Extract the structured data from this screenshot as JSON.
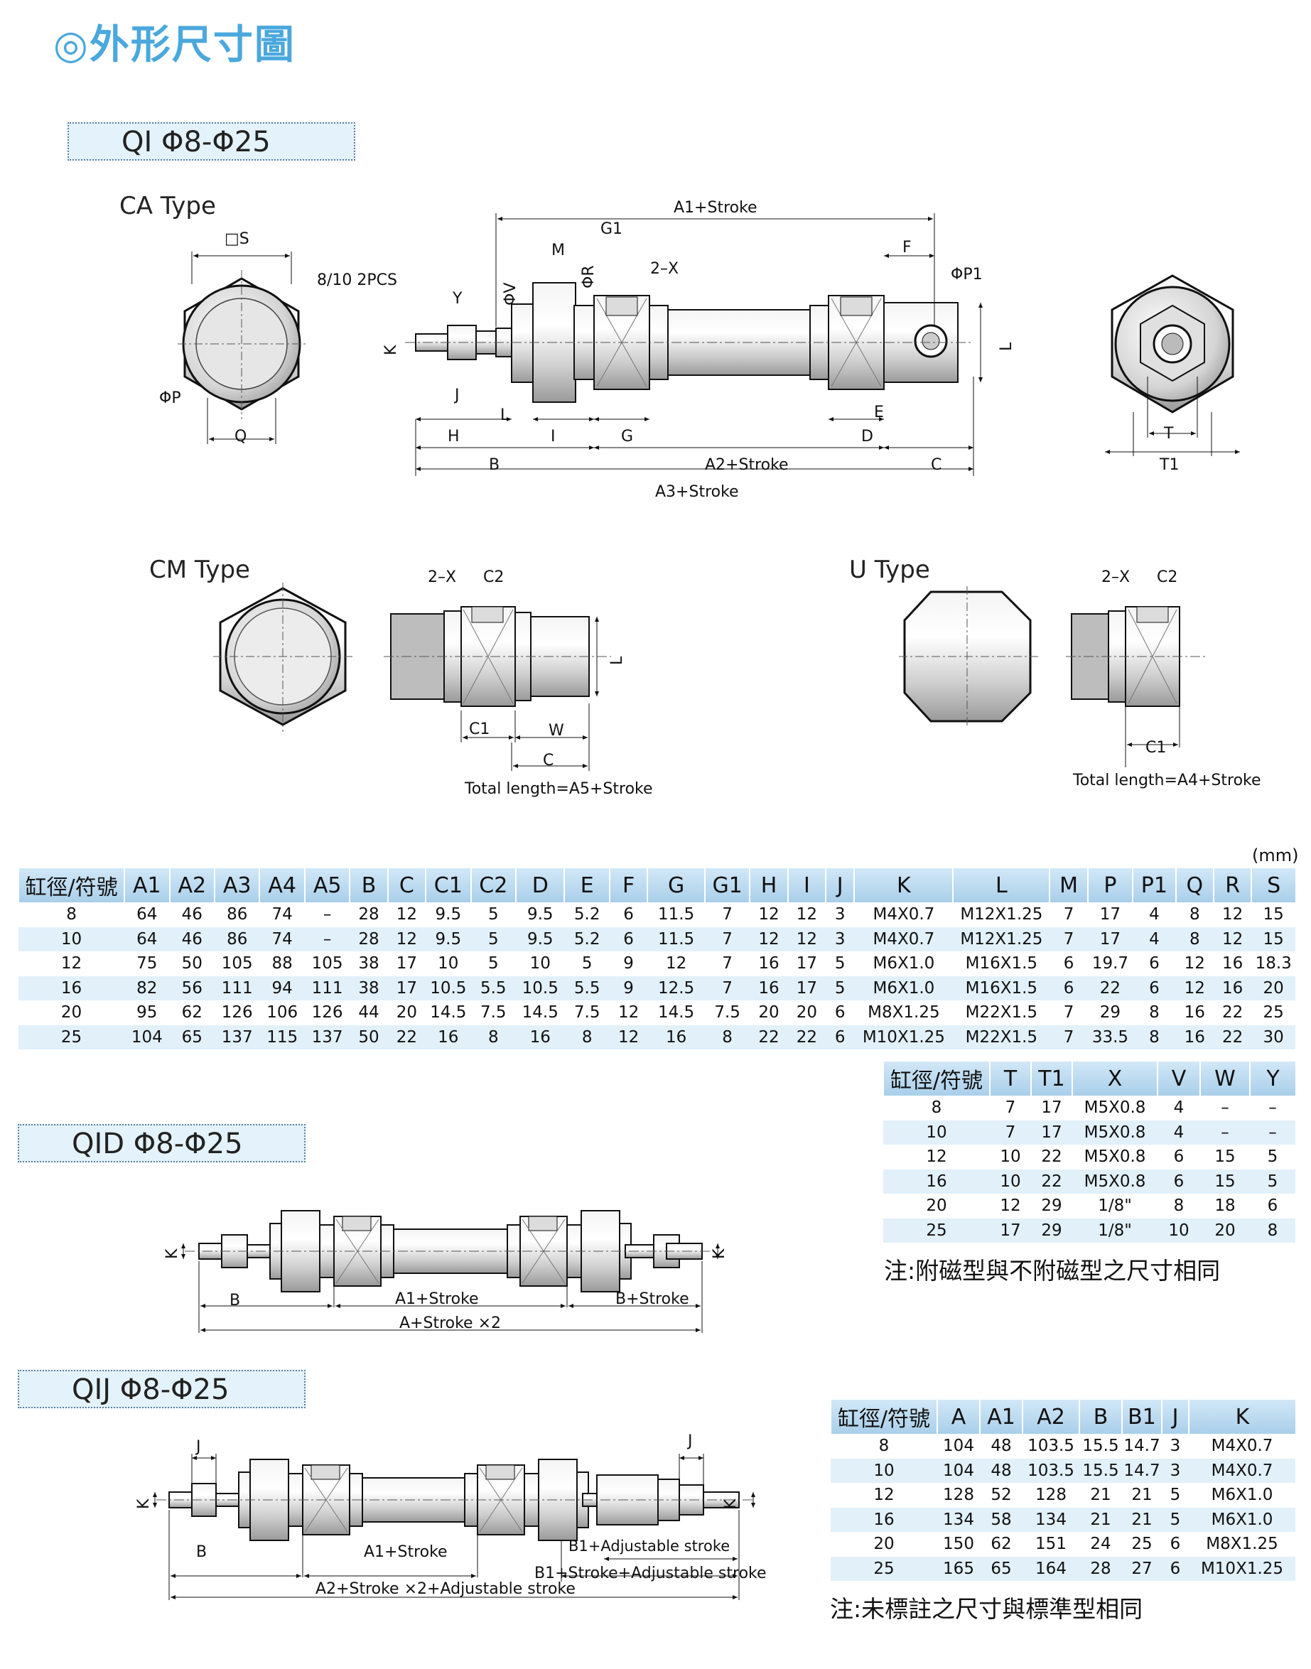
{
  "page_title": "◎外形尺寸圖",
  "sections": {
    "qi": "QI Φ8-Φ25",
    "qid": "QID Φ8-Φ25",
    "qij": "QIJ Φ8-Φ25"
  },
  "types": {
    "ca": "CA Type",
    "cm": "CM Type",
    "u": "U Type"
  },
  "ca_labels": {
    "s": "□S",
    "p": "ΦP",
    "q": "Q",
    "nut": "8/10 2PCS",
    "y": "Y",
    "k": "K",
    "j": "J",
    "h": "H",
    "v": "ΦV",
    "m": "M",
    "r": "ΦR",
    "l": "L",
    "i": "I",
    "g1": "G1",
    "x2": "2–X",
    "g": "G",
    "a1": "A1+Stroke",
    "f": "F",
    "p1": "ΦP1",
    "e": "E",
    "d": "D",
    "b": "B",
    "a2": "A2+Stroke",
    "c": "C",
    "a3": "A3+Stroke",
    "t": "T",
    "t1": "T1"
  },
  "cm_labels": {
    "x2": "2–X",
    "c2": "C2",
    "l": "L",
    "c1": "C1",
    "w": "W",
    "c": "C",
    "total": "Total length=A5+Stroke"
  },
  "u_labels": {
    "x2": "2–X",
    "c2": "C2",
    "c1": "C1",
    "total": "Total length=A4+Stroke"
  },
  "qid_labels": {
    "k": "K",
    "b": "B",
    "a1": "A1+Stroke",
    "bs": "B+Stroke",
    "a": "A+Stroke ×2"
  },
  "qij_labels": {
    "j": "J",
    "k": "K",
    "b": "B",
    "a1": "A1+Stroke",
    "b1a": "B1+Adjustable stroke",
    "b1s": "B1+Stroke+Adjustable stroke",
    "a2": "A2+Stroke ×2+Adjustable stroke"
  },
  "unit": "(mm)",
  "table1": {
    "headers": [
      "缸徑/符號",
      "A1",
      "A2",
      "A3",
      "A4",
      "A5",
      "B",
      "C",
      "C1",
      "C2",
      "D",
      "E",
      "F",
      "G",
      "G1",
      "H",
      "I",
      "J",
      "K",
      "L",
      "M",
      "P",
      "P1",
      "Q",
      "R",
      "S"
    ],
    "rows": [
      [
        "8",
        "64",
        "46",
        "86",
        "74",
        "–",
        "28",
        "12",
        "9.5",
        "5",
        "9.5",
        "5.2",
        "6",
        "11.5",
        "7",
        "12",
        "12",
        "3",
        "M4X0.7",
        "M12X1.25",
        "7",
        "17",
        "4",
        "8",
        "12",
        "15"
      ],
      [
        "10",
        "64",
        "46",
        "86",
        "74",
        "–",
        "28",
        "12",
        "9.5",
        "5",
        "9.5",
        "5.2",
        "6",
        "11.5",
        "7",
        "12",
        "12",
        "3",
        "M4X0.7",
        "M12X1.25",
        "7",
        "17",
        "4",
        "8",
        "12",
        "15"
      ],
      [
        "12",
        "75",
        "50",
        "105",
        "88",
        "105",
        "38",
        "17",
        "10",
        "5",
        "10",
        "5",
        "9",
        "12",
        "7",
        "16",
        "17",
        "5",
        "M6X1.0",
        "M16X1.5",
        "6",
        "19.7",
        "6",
        "12",
        "16",
        "18.3"
      ],
      [
        "16",
        "82",
        "56",
        "111",
        "94",
        "111",
        "38",
        "17",
        "10.5",
        "5.5",
        "10.5",
        "5.5",
        "9",
        "12.5",
        "7",
        "16",
        "17",
        "5",
        "M6X1.0",
        "M16X1.5",
        "6",
        "22",
        "6",
        "12",
        "16",
        "20"
      ],
      [
        "20",
        "95",
        "62",
        "126",
        "106",
        "126",
        "44",
        "20",
        "14.5",
        "7.5",
        "14.5",
        "7.5",
        "12",
        "14.5",
        "7.5",
        "20",
        "20",
        "6",
        "M8X1.25",
        "M22X1.5",
        "7",
        "29",
        "8",
        "16",
        "22",
        "25"
      ],
      [
        "25",
        "104",
        "65",
        "137",
        "115",
        "137",
        "50",
        "22",
        "16",
        "8",
        "16",
        "8",
        "12",
        "16",
        "8",
        "22",
        "22",
        "6",
        "M10X1.25",
        "M22X1.5",
        "7",
        "33.5",
        "8",
        "16",
        "22",
        "30"
      ]
    ]
  },
  "table2": {
    "headers": [
      "缸徑/符號",
      "T",
      "T1",
      "X",
      "V",
      "W",
      "Y"
    ],
    "rows": [
      [
        "8",
        "7",
        "17",
        "M5X0.8",
        "4",
        "–",
        "–"
      ],
      [
        "10",
        "7",
        "17",
        "M5X0.8",
        "4",
        "–",
        "–"
      ],
      [
        "12",
        "10",
        "22",
        "M5X0.8",
        "6",
        "15",
        "5"
      ],
      [
        "16",
        "10",
        "22",
        "M5X0.8",
        "6",
        "15",
        "5"
      ],
      [
        "20",
        "12",
        "29",
        "1/8\"",
        "8",
        "18",
        "6"
      ],
      [
        "25",
        "17",
        "29",
        "1/8\"",
        "10",
        "20",
        "8"
      ]
    ],
    "note": "注:附磁型與不附磁型之尺寸相同"
  },
  "table3": {
    "headers": [
      "缸徑/符號",
      "A",
      "A1",
      "A2",
      "B",
      "B1",
      "J",
      "K"
    ],
    "rows": [
      [
        "8",
        "104",
        "48",
        "103.5",
        "15.5",
        "14.7",
        "3",
        "M4X0.7"
      ],
      [
        "10",
        "104",
        "48",
        "103.5",
        "15.5",
        "14.7",
        "3",
        "M4X0.7"
      ],
      [
        "12",
        "128",
        "52",
        "128",
        "21",
        "21",
        "5",
        "M6X1.0"
      ],
      [
        "16",
        "134",
        "58",
        "134",
        "21",
        "21",
        "5",
        "M6X1.0"
      ],
      [
        "20",
        "150",
        "62",
        "151",
        "24",
        "25",
        "6",
        "M8X1.25"
      ],
      [
        "25",
        "165",
        "65",
        "164",
        "28",
        "27",
        "6",
        "M10X1.25"
      ]
    ],
    "note": "注:未標註之尺寸與標準型相同"
  }
}
